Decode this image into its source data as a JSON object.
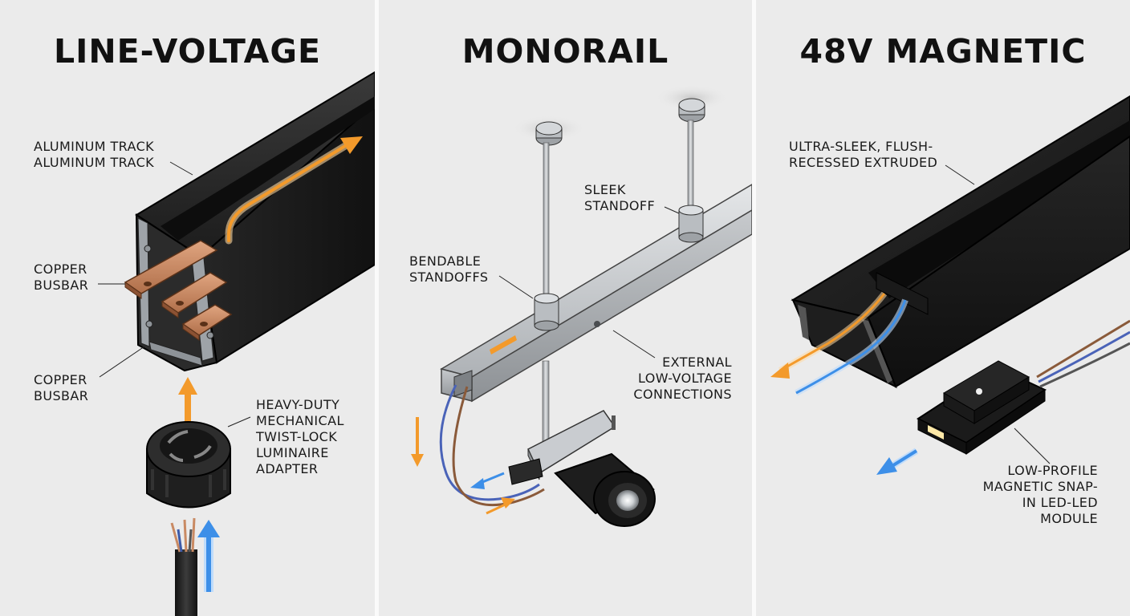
{
  "panels": [
    {
      "title": "LINE-VOLTAGE",
      "labels": {
        "track": [
          "ALUMINUM TRACK",
          "ALUMINUM TRACK"
        ],
        "busbar_top": [
          "COPPER",
          "BUSBAR"
        ],
        "busbar_bottom": [
          "COPPER",
          "BUSBAR"
        ],
        "adapter": [
          "HEAVY-DUTY",
          "MECHANICAL",
          "TWIST-LOCK",
          "LUMINAIRE",
          "ADAPTER"
        ]
      }
    },
    {
      "title": "MONORAIL",
      "labels": {
        "standoff": [
          "SLEEK",
          "STANDOFF"
        ],
        "bendable": [
          "BENDABLE",
          "STANDOFFS"
        ],
        "connections": [
          "EXTERNAL",
          "LOW-VOLTAGE",
          "CONNECTIONS"
        ]
      }
    },
    {
      "title": "48V MAGNETIC",
      "labels": {
        "extruded": [
          "ULTRA-SLEEK, FLUSH-",
          "RECESSED EXTRUDED"
        ],
        "module": [
          "LOW-PROFILE",
          "MAGNETIC SNAP-",
          "IN LED-LED",
          "MODULE"
        ]
      }
    }
  ],
  "colors": {
    "background": "#ebebeb",
    "track_black": "#1e1e1e",
    "copper": "#c98a63",
    "aluminum": "#b8bcc0",
    "orange_arrow": "#f39a2b",
    "blue_arrow": "#3d8fe8",
    "blue_wire": "#4a63b8",
    "brown_wire": "#8a5a3a"
  },
  "icons": [
    "orange-flow-arrow",
    "blue-flow-arrow",
    "twist-lock-connector-icon",
    "spotlight-icon",
    "magnetic-module-icon"
  ]
}
